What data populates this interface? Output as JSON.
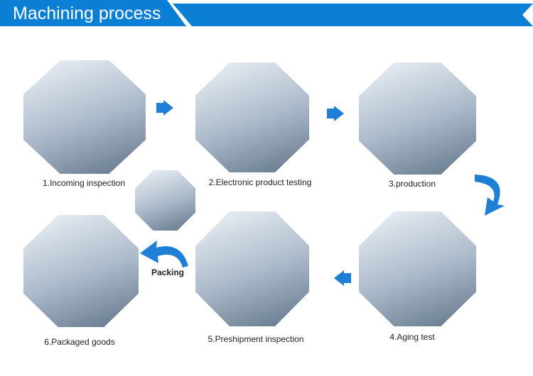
{
  "header": {
    "title": "Machining process",
    "color": "#0a7fd4"
  },
  "steps": [
    {
      "label": "1.Incoming inspection"
    },
    {
      "label": "2.Electronic product testing"
    },
    {
      "label": "3.production"
    },
    {
      "label": "4.Aging test"
    },
    {
      "label": "5.Preshipment inspection"
    },
    {
      "label": "6.Packaged goods"
    }
  ],
  "packing_label": "Packing"
}
